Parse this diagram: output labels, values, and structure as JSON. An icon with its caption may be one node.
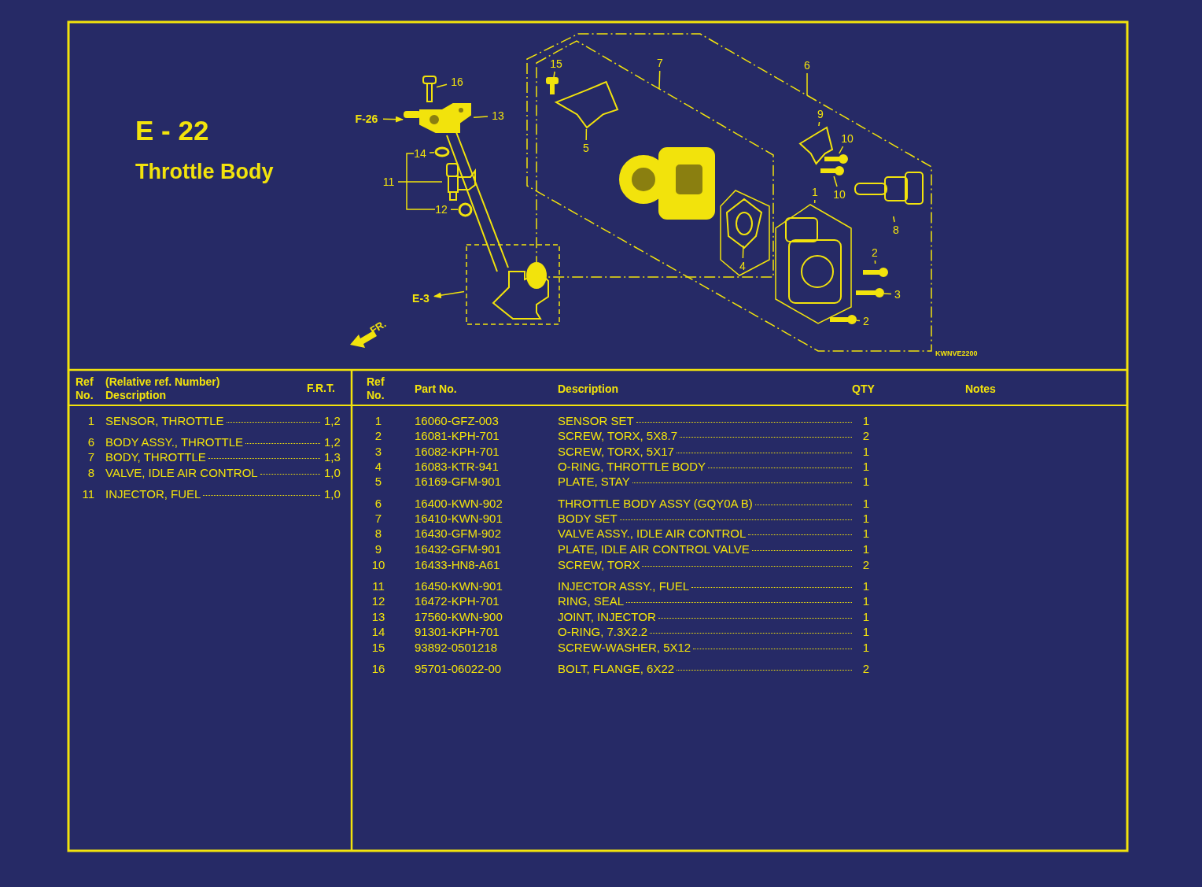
{
  "diagram": {
    "title": "E - 22",
    "nodes": [
      {
        "text": [
          "16"
        ]
      },
      {
        "text": [],
        "shape": "picture"
      },
      {
        "text": [
          "13"
        ]
      },
      {
        "text": [],
        "shape": "picture"
      },
      {
        "text": [
          "F-26"
        ]
      },
      {
        "text": [
          "14"
        ]
      },
      {
        "text": [],
        "shape": "circle"
      },
      {
        "text": [
          "11"
        ]
      },
      {
        "text": [],
        "shape": "picture"
      },
      {
        "text": [
          "12"
        ]
      },
      {
        "text": [],
        "shape": "circle"
      },
      {
        "text": [],
        "shape": "box"
      },
      {
        "text": [],
        "shape": "picture",
        "in": 11
      },
      {
        "text": [
          "E-3"
        ]
      },
      {
        "text": [],
        "shape": "box"
      },
      {
        "text": [],
        "shape": "box",
        "in": 14
      },
      {
        "text": [
          "15"
        ],
        "in": 15
      },
      {
        "text": [],
        "shape": "picture",
        "in": 15
      },
      {
        "text": [],
        "shape": "picture",
        "in": 15
      },
      {
        "text": [
          "5"
        ],
        "in": 15
      },
      {
        "text": [
          "7"
        ],
        "in": 14
      },
      {
        "text": [
          "6"
        ]
      },
      {
        "text": [],
        "shape": "picture",
        "in": 15
      },
      {
        "text": [],
        "shape": "box",
        "in": 15
      },
      {
        "text": [],
        "shape": "picture",
        "in": 23
      },
      {
        "text": [
          "4"
        ],
        "in": 23
      },
      {
        "text": [
          "9"
        ],
        "in": 14
      },
      {
        "text": [],
        "shape": "picture",
        "in": 14
      },
      {
        "text": [
          "10"
        ],
        "in": 14
      },
      {
        "text": [],
        "shape": "picture",
        "in": 14
      },
      {
        "text": [],
        "shape": "picture",
        "in": 14
      },
      {
        "text": [
          "10"
        ],
        "in": 14
      },
      {
        "text": [],
        "shape": "picture",
        "in": 14
      },
      {
        "text": [
          "8"
        ],
        "in": 14
      },
      {
        "text": [],
        "shape": "box",
        "in": 14
      },
      {
        "text": [
          "1"
        ],
        "in": 14
      },
      {
        "text": [],
        "shape": "picture",
        "in": 34
      },
      {
        "text": [
          "2"
        ],
        "in": 14
      },
      {
        "text": [],
        "shape": "picture",
        "in": 14
      },
      {
        "text": [],
        "shape": "picture",
        "in": 14
      },
      {
        "text": [
          "3"
        ],
        "in": 14
      },
      {
        "text": [],
        "shape": "picture",
        "in": 14
      },
      {
        "text": [
          "2"
        ],
        "in": 14
      }
    ],
    "edges": [
      {
        "from": 0,
        "to": 1,
        "arrow": "none"
      },
      {
        "from": 2,
        "to": 3,
        "arrow": "none"
      },
      {
        "from": 4,
        "to": 3,
        "arrow": "to"
      },
      {
        "from": 5,
        "to": 6,
        "arrow": "none"
      },
      {
        "from": 7,
        "to": 8,
        "arrow": "none"
      },
      {
        "from": 9,
        "to": 10,
        "arrow": "none"
      },
      {
        "from": 11,
        "to": 13,
        "arrow": "to"
      },
      {
        "from": 16,
        "to": 17,
        "arrow": "none"
      },
      {
        "from": 19,
        "to": 18,
        "arrow": "none"
      },
      {
        "from": 20,
        "to": 15,
        "arrow": "none"
      },
      {
        "from": 21,
        "to": 14,
        "arrow": "none"
      },
      {
        "from": 25,
        "to": 24,
        "arrow": "none"
      },
      {
        "from": 26,
        "to": 27,
        "arrow": "none"
      },
      {
        "from": 28,
        "to": 29,
        "arrow": "none"
      },
      {
        "from": 31,
        "to": 30,
        "arrow": "none"
      },
      {
        "from": 33,
        "to": 32,
        "arrow": "none"
      },
      {
        "from": 35,
        "to": 34,
        "arrow": "none"
      },
      {
        "from": 37,
        "to": 38,
        "arrow": "none"
      },
      {
        "from": 40,
        "to": 39,
        "arrow": "none"
      },
      {
        "from": 42,
        "to": 41,
        "arrow": "none"
      }
    ],
    "labels": [
      "Throttle Body",
      "FR.",
      "KWNVE2200",
      "Ref No.",
      "(Relative ref. Number) Description",
      "F.R.T.",
      "1",
      "SENSOR, THROTTLE",
      "1,2",
      "6",
      "BODY ASSY., THROTTLE",
      "1,2",
      "7",
      "BODY, THROTTLE",
      "1,3",
      "8",
      "VALVE, IDLE AIR CONTROL",
      "1,0",
      "11",
      "INJECTOR, FUEL",
      "1,0",
      "Ref No.",
      "Part No.",
      "Description",
      "QTY",
      "Notes",
      "1",
      "16060-GFZ-003",
      "SENSOR SET",
      "1",
      "2",
      "16081-KPH-701",
      "SCREW, TORX, 5X8.7",
      "2",
      "3",
      "16082-KPH-701",
      "SCREW, TORX, 5X17",
      "1",
      "4",
      "16083-KTR-941",
      "O-RING, THROTTLE BODY",
      "1",
      "5",
      "16169-GFM-901",
      "PLATE, STAY",
      "1",
      "6",
      "16400-KWN-902",
      "THROTTLE BODY ASSY (GQY0A B)",
      "1",
      "7",
      "16410-KWN-901",
      "BODY SET",
      "1",
      "8",
      "16430-GFM-902",
      "VALVE ASSY., IDLE AIR CONTROL",
      "1",
      "9",
      "16432-GFM-901",
      "PLATE, IDLE AIR CONTROL VALVE",
      "1",
      "10",
      "16433-HN8-A61",
      "SCREW, TORX",
      "2",
      "11",
      "16450-KWN-901",
      "INJECTOR ASSY., FUEL",
      "1",
      "12",
      "16472-KPH-701",
      "RING, SEAL",
      "1",
      "13",
      "17560-KWN-900",
      "JOINT, INJECTOR",
      "1",
      "14",
      "91301-KPH-701",
      "O-RING, 7.3X2.2",
      "1",
      "15",
      "93892-0501218",
      "SCREW-WASHER, 5X12",
      "1",
      "16",
      "95701-06022-00",
      "BOLT, FLANGE, 6X22",
      "2"
    ]
  }
}
